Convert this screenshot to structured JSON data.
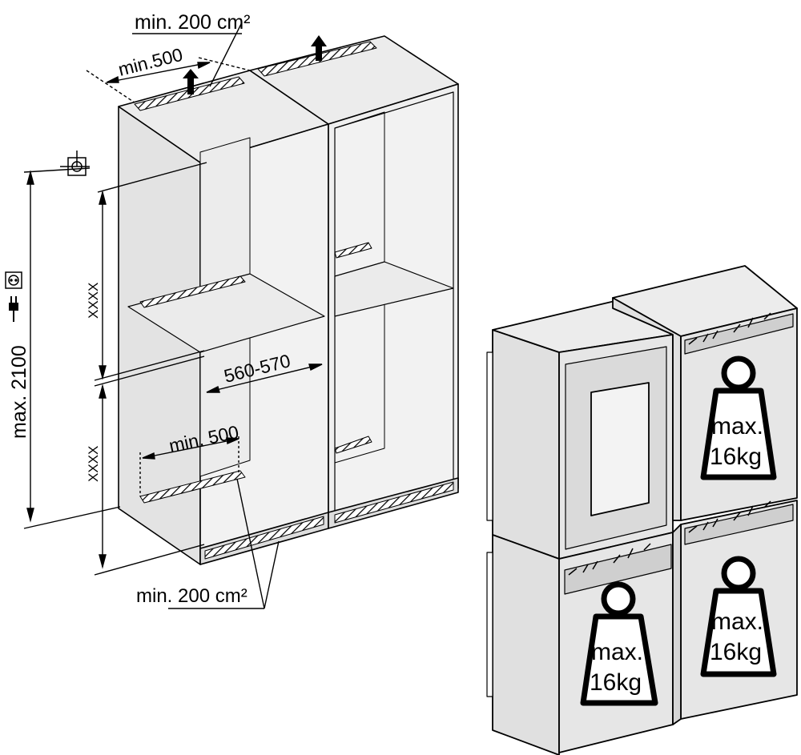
{
  "labels": {
    "vent_top": "min. 200 cm²",
    "vent_bottom": "min. 200 cm²",
    "depth_top": "min.500",
    "depth_inner": "min. 500",
    "width": "560-570",
    "max_height": "max. 2100",
    "upper_niche": "XXXX",
    "lower_niche": "XXXX"
  },
  "load_limits": [
    {
      "line1": "max.",
      "line2": "16kg"
    },
    {
      "line1": "max.",
      "line2": "16kg"
    },
    {
      "line1": "max.",
      "line2": "16kg"
    }
  ],
  "icons": [
    "ventilation-arrow-icon",
    "ventilation-arrow-icon",
    "ceiling-outlet-icon",
    "wall-socket-icon",
    "power-plug-icon"
  ],
  "colors": {
    "panel": "#ebebeb",
    "panel_dark": "#d9d9d9",
    "line": "#000000"
  }
}
